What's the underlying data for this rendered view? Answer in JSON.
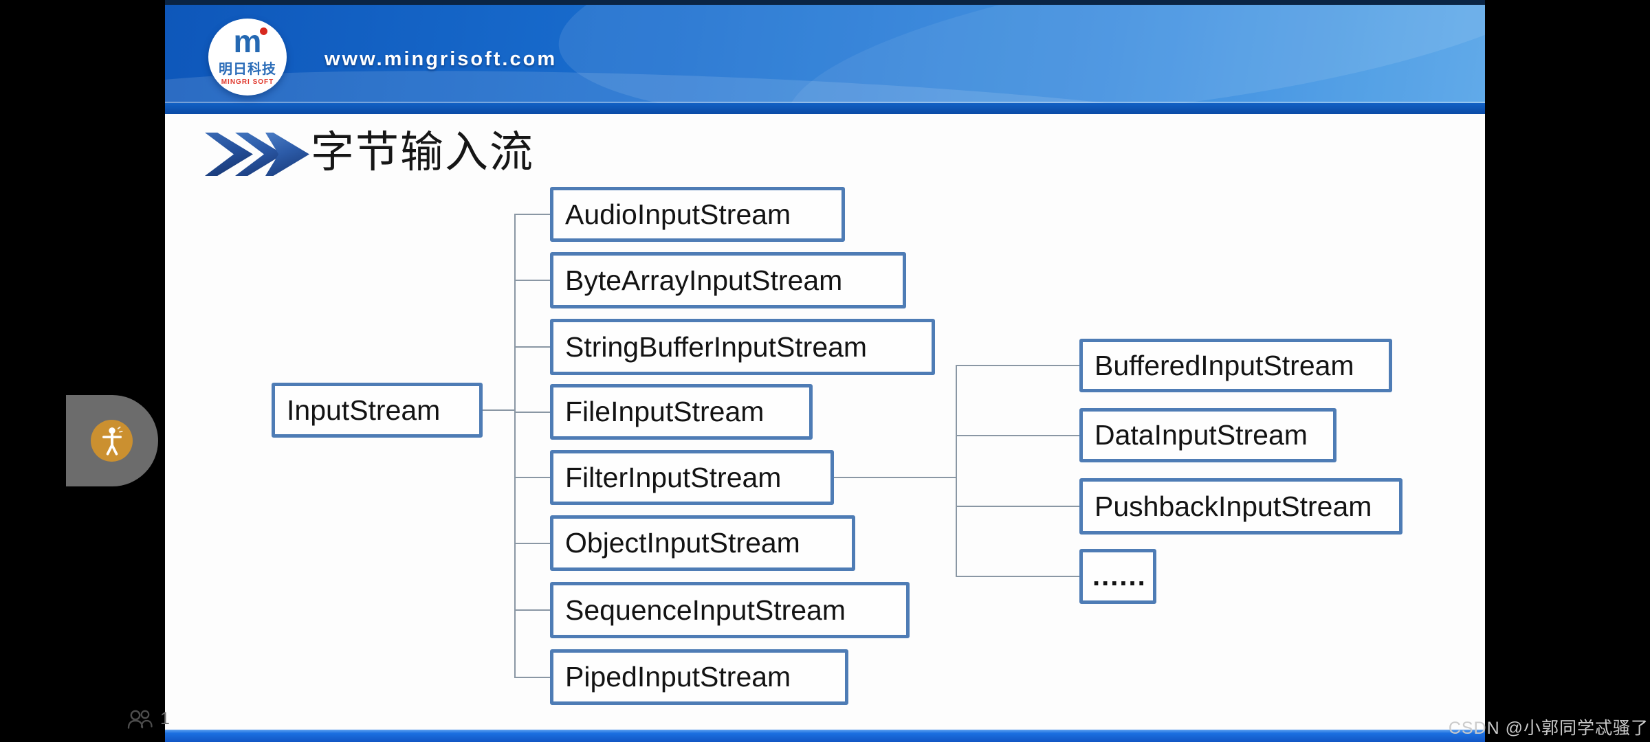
{
  "header": {
    "website": "www.mingrisoft.com",
    "logo": {
      "mark": "m",
      "brand_cn": "明日科技",
      "brand_en": "MINGRI SOFT"
    }
  },
  "slide": {
    "title": "字节输入流",
    "diagram": {
      "root": {
        "label": "InputStream"
      },
      "subclasses": [
        {
          "label": "AudioInputStream"
        },
        {
          "label": "ByteArrayInputStream"
        },
        {
          "label": "StringBufferInputStream"
        },
        {
          "label": "FileInputStream"
        },
        {
          "label": "FilterInputStream"
        },
        {
          "label": "ObjectInputStream"
        },
        {
          "label": "SequenceInputStream"
        },
        {
          "label": "PipedInputStream"
        }
      ],
      "filter_subclasses": [
        {
          "label": "BufferedInputStream"
        },
        {
          "label": "DataInputStream"
        },
        {
          "label": "PushbackInputStream"
        },
        {
          "label": "......"
        }
      ]
    }
  },
  "overlays": {
    "viewer_count": "1",
    "watermark": "CSDN @小郭同学忒骚了"
  },
  "colors": {
    "node_border": "#4e7cb5",
    "header_blue": "#1a6fd0",
    "footer_blue": "#1b6fe0",
    "accessibility_orange": "#cb9030"
  }
}
